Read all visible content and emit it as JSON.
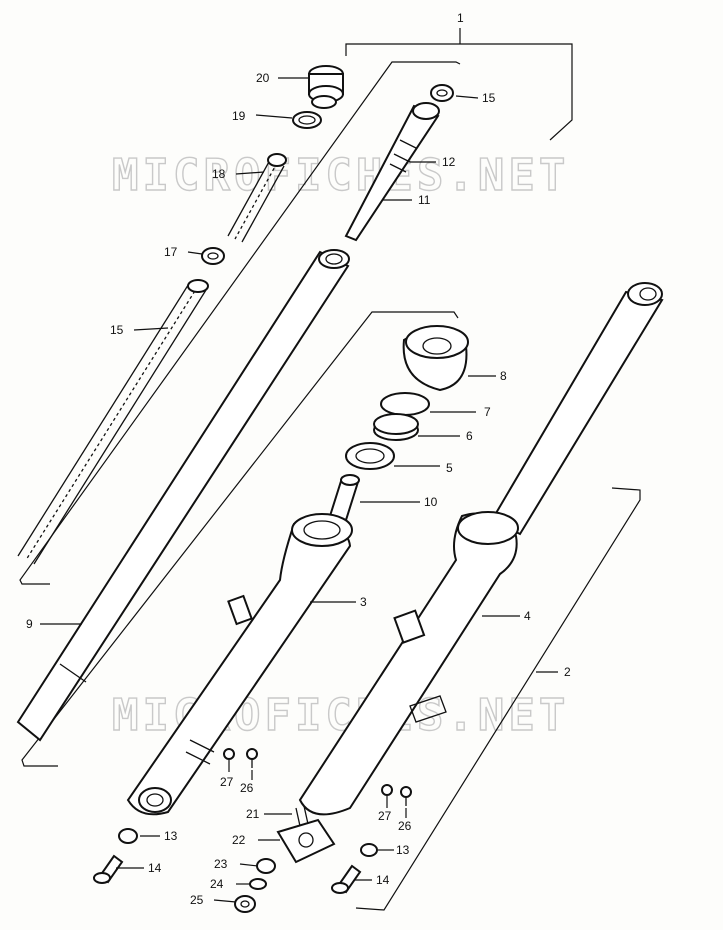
{
  "watermarks": [
    "MICROFICHES.NET",
    "MICROFICHES.NET"
  ],
  "callouts": [
    {
      "id": "c1",
      "text": "1"
    },
    {
      "id": "c2",
      "text": "2"
    },
    {
      "id": "c3",
      "text": "3"
    },
    {
      "id": "c4",
      "text": "4"
    },
    {
      "id": "c5",
      "text": "5"
    },
    {
      "id": "c6",
      "text": "6"
    },
    {
      "id": "c7",
      "text": "7"
    },
    {
      "id": "c8",
      "text": "8"
    },
    {
      "id": "c9",
      "text": "9"
    },
    {
      "id": "c10",
      "text": "10"
    },
    {
      "id": "c11",
      "text": "11"
    },
    {
      "id": "c12",
      "text": "12"
    },
    {
      "id": "c13a",
      "text": "13"
    },
    {
      "id": "c13b",
      "text": "13"
    },
    {
      "id": "c14a",
      "text": "14"
    },
    {
      "id": "c14b",
      "text": "14"
    },
    {
      "id": "c15a",
      "text": "15"
    },
    {
      "id": "c15b",
      "text": "15"
    },
    {
      "id": "c17",
      "text": "17"
    },
    {
      "id": "c18",
      "text": "18"
    },
    {
      "id": "c19",
      "text": "19"
    },
    {
      "id": "c20",
      "text": "20"
    },
    {
      "id": "c21",
      "text": "21"
    },
    {
      "id": "c22",
      "text": "22"
    },
    {
      "id": "c23",
      "text": "23"
    },
    {
      "id": "c24",
      "text": "24"
    },
    {
      "id": "c25",
      "text": "25"
    },
    {
      "id": "c26a",
      "text": "26"
    },
    {
      "id": "c26b",
      "text": "26"
    },
    {
      "id": "c27a",
      "text": "27"
    },
    {
      "id": "c27b",
      "text": "27"
    }
  ]
}
